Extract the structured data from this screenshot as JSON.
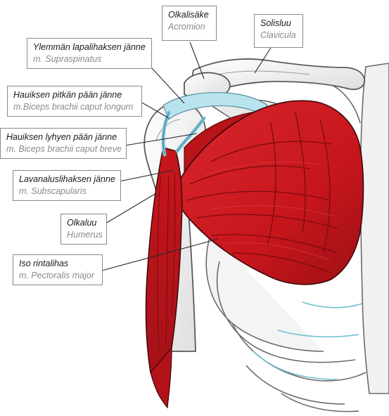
{
  "labels": {
    "acromion": {
      "fi": "Olkalisäke",
      "la": "Acromion"
    },
    "clavicle": {
      "fi": "Solisluu",
      "la": "Clavicula"
    },
    "supraspinatus": {
      "fi": "Ylemmän lapalihaksen jänne",
      "la": "m. Supraspinatus"
    },
    "biceps_long": {
      "fi": "Hauiksen pitkän pään jänne",
      "la": "m.Biceps brachii caput longum"
    },
    "biceps_short": {
      "fi": "Hauiksen lyhyen pään jänne",
      "la": "m. Biceps brachii caput breve"
    },
    "subscapularis": {
      "fi": "Lavanaluslihaksen jänne",
      "la": "m. Subscapularis"
    },
    "humerus": {
      "fi": "Olkaluu",
      "la": "Humerus"
    },
    "pectoralis": {
      "fi": "Iso rintalihas",
      "la": "m. Pectoralis major"
    }
  },
  "colors": {
    "muscle": "#c8161d",
    "muscle_dark": "#8e0d12",
    "bone": "#f2f2f2",
    "tendon": "#8fd0e0"
  }
}
